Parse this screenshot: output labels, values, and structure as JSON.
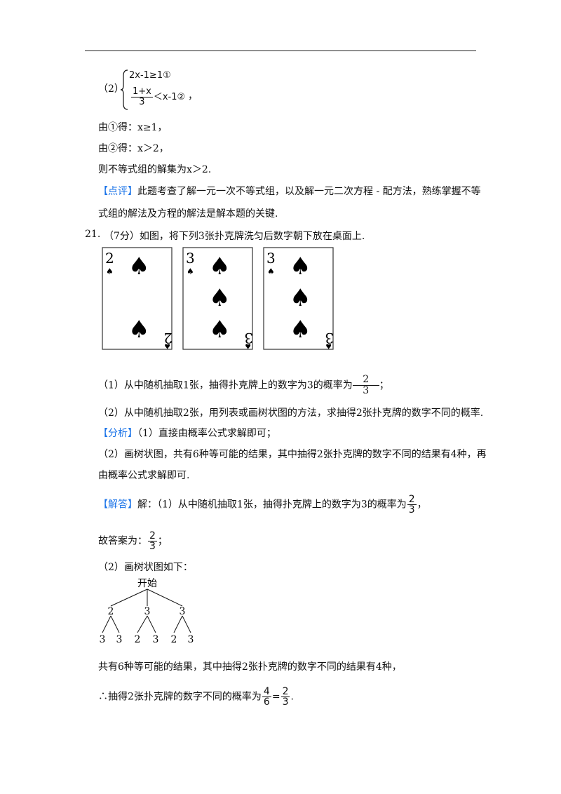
{
  "system": {
    "part_label": "（2）",
    "line1": "2x-1≥1①",
    "line2_num": "1+x",
    "line2_den": "3",
    "line2_rest": "＜x-1②",
    "line2_end": "，"
  },
  "solution_lines": [
    "由①得：x≥1，",
    "由②得：x＞2，",
    "则不等式组的解集为x＞2."
  ],
  "comment": {
    "tag": "【点评】",
    "text1": "此题考查了解一元一次不等式组，以及解一元二次方程 - 配方法，熟练掌握不等",
    "text2": "式组的解法及方程的解法是解本题的关键."
  },
  "question": {
    "number": "21.",
    "text": "（7分）如图，将下列3张扑克牌洗匀后数字朝下放在桌面上."
  },
  "cards": [
    {
      "rank": "2",
      "suit": "♠"
    },
    {
      "rank": "3",
      "suit": "♠"
    },
    {
      "rank": "3",
      "suit": "♠"
    }
  ],
  "sub1": {
    "text": "（1）从中随机抽取1张，抽得扑克牌上的数字为3的概率为",
    "ans_num": "2",
    "ans_den": "3",
    "tail": "；"
  },
  "sub2": "（2）从中随机抽取2张，用列表或画树状图的方法，求抽得2张扑克牌的数字不同的概率.",
  "analysis": {
    "tag": "【分析】",
    "line1": "（1）直接由概率公式求解即可；",
    "line2": "（2）画树状图，共有6种等可能的结果，其中抽得2张扑克牌的数字不同的结果有4种，再",
    "line3": "由概率公式求解即可."
  },
  "answer": {
    "tag": "【解答】",
    "line1": "解：（1）从中随机抽取1张，抽得扑克牌上的数字为3的概率为",
    "line1_num": "2",
    "line1_den": "3",
    "line1_tail": "，",
    "line2": "故答案为：",
    "line2_num": "2",
    "line2_den": "3",
    "line2_tail": "；",
    "line3": "（2）画树状图如下：",
    "line4": "共有6种等可能的结果，其中抽得2张扑克牌的数字不同的结果有4种，",
    "line5": "∴抽得2张扑克牌的数字不同的概率为",
    "line5_f1_num": "4",
    "line5_f1_den": "6",
    "line5_eq": "=",
    "line5_f2_num": "2",
    "line5_f2_den": "3",
    "line5_tail": "."
  },
  "tree": {
    "root": "开始",
    "level1": [
      "2",
      "3",
      "3"
    ],
    "level2": [
      [
        "3",
        "3"
      ],
      [
        "2",
        "3"
      ],
      [
        "2",
        "3"
      ]
    ]
  },
  "colors": {
    "tag": "#1a73e8",
    "text": "#111111"
  }
}
